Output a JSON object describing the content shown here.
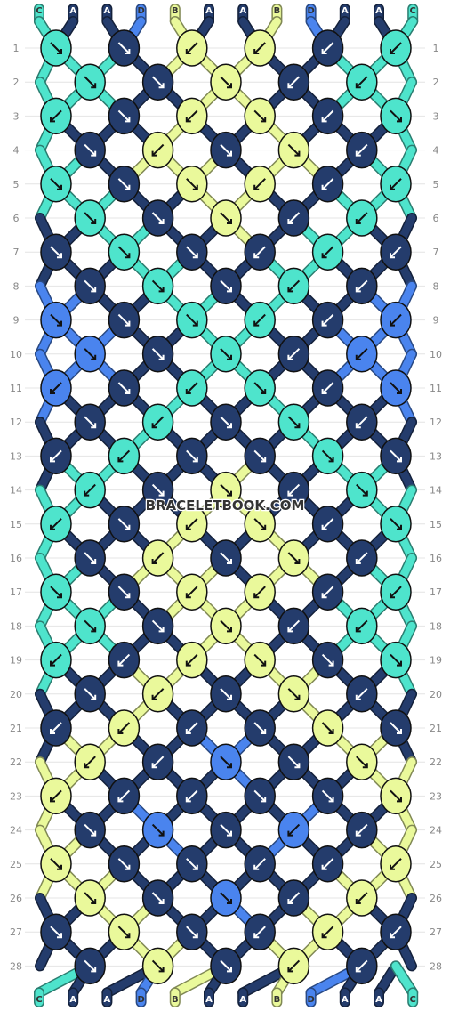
{
  "watermark": "BRACELETBOOK.COM",
  "colors": {
    "A": "#243c6c",
    "B": "#eaf99b",
    "C": "#4ee4cc",
    "D": "#4a84ee"
  },
  "strands_top": [
    "C",
    "A",
    "A",
    "D",
    "B",
    "A",
    "A",
    "B",
    "D",
    "A",
    "A",
    "C"
  ],
  "strands_bottom": [
    "C",
    "A",
    "A",
    "D",
    "B",
    "A",
    "A",
    "B",
    "D",
    "A",
    "A",
    "C"
  ],
  "row_labels": [
    "1",
    "2",
    "3",
    "4",
    "5",
    "6",
    "7",
    "8",
    "9",
    "10",
    "11",
    "12",
    "13",
    "14",
    "15",
    "16",
    "17",
    "18",
    "19",
    "20",
    "21",
    "22",
    "23",
    "24",
    "25",
    "26",
    "27",
    "28"
  ],
  "knot_rows": [
    [
      [
        "C",
        "r"
      ],
      [
        "A",
        "r"
      ],
      [
        "B",
        "l"
      ],
      [
        "B",
        "l"
      ],
      [
        "A",
        "l"
      ],
      [
        "C",
        "l"
      ]
    ],
    [
      [
        "C",
        "r"
      ],
      [
        "A",
        "r"
      ],
      [
        "B",
        "r"
      ],
      [
        "A",
        "l"
      ],
      [
        "C",
        "l"
      ]
    ],
    [
      [
        "C",
        "l"
      ],
      [
        "A",
        "r"
      ],
      [
        "B",
        "l"
      ],
      [
        "B",
        "r"
      ],
      [
        "A",
        "l"
      ],
      [
        "C",
        "r"
      ]
    ],
    [
      [
        "A",
        "r"
      ],
      [
        "B",
        "l"
      ],
      [
        "A",
        "r"
      ],
      [
        "B",
        "r"
      ],
      [
        "A",
        "l"
      ]
    ],
    [
      [
        "C",
        "r"
      ],
      [
        "A",
        "r"
      ],
      [
        "B",
        "r"
      ],
      [
        "B",
        "l"
      ],
      [
        "A",
        "l"
      ],
      [
        "C",
        "l"
      ]
    ],
    [
      [
        "C",
        "r"
      ],
      [
        "A",
        "r"
      ],
      [
        "B",
        "r"
      ],
      [
        "A",
        "l"
      ],
      [
        "C",
        "l"
      ]
    ],
    [
      [
        "A",
        "r"
      ],
      [
        "C",
        "r"
      ],
      [
        "A",
        "r"
      ],
      [
        "A",
        "l"
      ],
      [
        "C",
        "l"
      ],
      [
        "A",
        "l"
      ]
    ],
    [
      [
        "A",
        "r"
      ],
      [
        "C",
        "r"
      ],
      [
        "A",
        "r"
      ],
      [
        "C",
        "l"
      ],
      [
        "A",
        "l"
      ]
    ],
    [
      [
        "D",
        "r"
      ],
      [
        "A",
        "r"
      ],
      [
        "C",
        "r"
      ],
      [
        "C",
        "l"
      ],
      [
        "A",
        "l"
      ],
      [
        "D",
        "l"
      ]
    ],
    [
      [
        "D",
        "r"
      ],
      [
        "A",
        "r"
      ],
      [
        "C",
        "r"
      ],
      [
        "A",
        "l"
      ],
      [
        "D",
        "l"
      ]
    ],
    [
      [
        "D",
        "l"
      ],
      [
        "A",
        "r"
      ],
      [
        "C",
        "l"
      ],
      [
        "C",
        "r"
      ],
      [
        "A",
        "l"
      ],
      [
        "D",
        "r"
      ]
    ],
    [
      [
        "A",
        "r"
      ],
      [
        "C",
        "l"
      ],
      [
        "A",
        "r"
      ],
      [
        "C",
        "r"
      ],
      [
        "A",
        "l"
      ]
    ],
    [
      [
        "A",
        "l"
      ],
      [
        "C",
        "l"
      ],
      [
        "A",
        "r"
      ],
      [
        "A",
        "r"
      ],
      [
        "C",
        "r"
      ],
      [
        "A",
        "r"
      ]
    ],
    [
      [
        "C",
        "l"
      ],
      [
        "A",
        "r"
      ],
      [
        "B",
        "r"
      ],
      [
        "A",
        "l"
      ],
      [
        "C",
        "r"
      ]
    ],
    [
      [
        "C",
        "l"
      ],
      [
        "A",
        "r"
      ],
      [
        "B",
        "l"
      ],
      [
        "B",
        "r"
      ],
      [
        "A",
        "l"
      ],
      [
        "C",
        "r"
      ]
    ],
    [
      [
        "A",
        "r"
      ],
      [
        "B",
        "l"
      ],
      [
        "A",
        "r"
      ],
      [
        "B",
        "r"
      ],
      [
        "A",
        "l"
      ]
    ],
    [
      [
        "C",
        "r"
      ],
      [
        "A",
        "r"
      ],
      [
        "B",
        "l"
      ],
      [
        "B",
        "l"
      ],
      [
        "A",
        "l"
      ],
      [
        "C",
        "l"
      ]
    ],
    [
      [
        "C",
        "r"
      ],
      [
        "A",
        "r"
      ],
      [
        "B",
        "r"
      ],
      [
        "A",
        "l"
      ],
      [
        "C",
        "l"
      ]
    ],
    [
      [
        "C",
        "l"
      ],
      [
        "A",
        "l"
      ],
      [
        "B",
        "l"
      ],
      [
        "B",
        "r"
      ],
      [
        "A",
        "r"
      ],
      [
        "C",
        "r"
      ]
    ],
    [
      [
        "A",
        "r"
      ],
      [
        "B",
        "l"
      ],
      [
        "A",
        "r"
      ],
      [
        "B",
        "r"
      ],
      [
        "A",
        "l"
      ]
    ],
    [
      [
        "A",
        "l"
      ],
      [
        "B",
        "l"
      ],
      [
        "A",
        "l"
      ],
      [
        "A",
        "r"
      ],
      [
        "B",
        "r"
      ],
      [
        "A",
        "r"
      ]
    ],
    [
      [
        "B",
        "l"
      ],
      [
        "A",
        "l"
      ],
      [
        "D",
        "r"
      ],
      [
        "A",
        "r"
      ],
      [
        "B",
        "r"
      ]
    ],
    [
      [
        "B",
        "l"
      ],
      [
        "A",
        "l"
      ],
      [
        "A",
        "l"
      ],
      [
        "A",
        "r"
      ],
      [
        "A",
        "r"
      ],
      [
        "B",
        "r"
      ]
    ],
    [
      [
        "A",
        "r"
      ],
      [
        "D",
        "r"
      ],
      [
        "A",
        "r"
      ],
      [
        "D",
        "l"
      ],
      [
        "A",
        "l"
      ]
    ],
    [
      [
        "B",
        "r"
      ],
      [
        "A",
        "r"
      ],
      [
        "A",
        "r"
      ],
      [
        "A",
        "l"
      ],
      [
        "A",
        "l"
      ],
      [
        "B",
        "l"
      ]
    ],
    [
      [
        "B",
        "r"
      ],
      [
        "A",
        "r"
      ],
      [
        "D",
        "r"
      ],
      [
        "A",
        "l"
      ],
      [
        "B",
        "l"
      ]
    ],
    [
      [
        "A",
        "r"
      ],
      [
        "B",
        "r"
      ],
      [
        "A",
        "r"
      ],
      [
        "A",
        "l"
      ],
      [
        "B",
        "l"
      ],
      [
        "A",
        "l"
      ]
    ],
    [
      [
        "A",
        "r"
      ],
      [
        "B",
        "r"
      ],
      [
        "A",
        "r"
      ],
      [
        "B",
        "l"
      ],
      [
        "A",
        "l"
      ]
    ]
  ]
}
